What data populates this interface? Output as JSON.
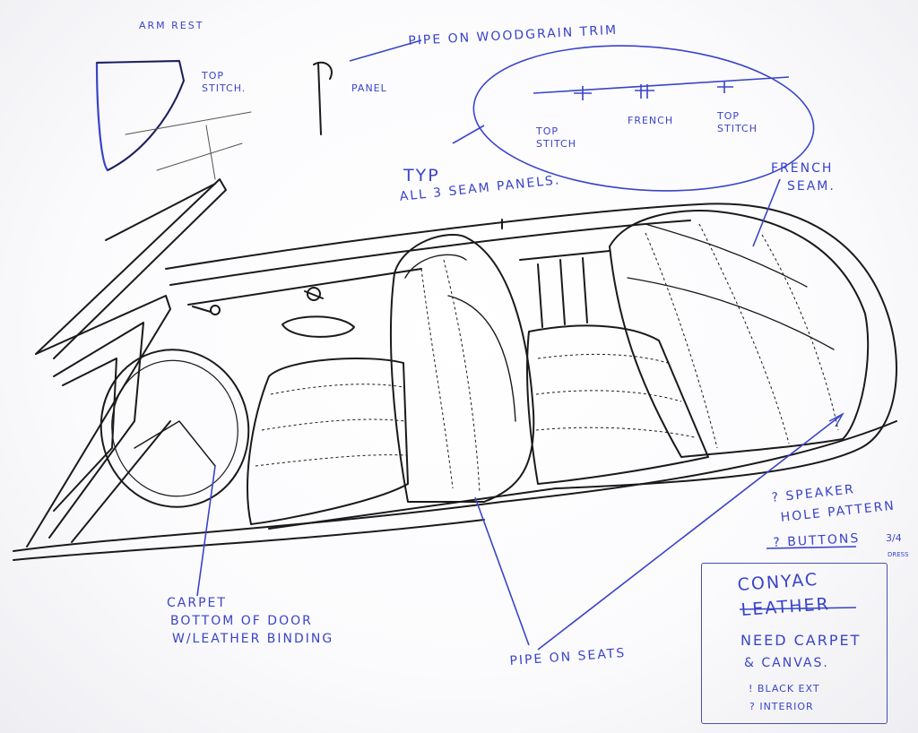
{
  "sketch": {
    "ink_color": "#1a1a1a",
    "note_color": "#3a44c8",
    "paper_color": "#ffffff",
    "annotations": {
      "arm_rest": "ARM REST",
      "top_stitch_1": "TOP",
      "top_stitch_2": "STITCH.",
      "panel": "PANEL",
      "pipe_trim": "PIPE ON WOODGRAIN TRIM",
      "typ_1": "TYP",
      "typ_2": "ALL 3 SEAM PANELS.",
      "detail_top_stitch_left": "TOP STITCH",
      "detail_french": "FRENCH",
      "detail_top_stitch_right": "TOP STITCH",
      "french_seam_1": "FRENCH",
      "french_seam_2": "SEAM.",
      "carpet_1": "CARPET",
      "carpet_2": "BOTTOM OF DOOR",
      "carpet_3": "W/LEATHER BINDING",
      "pipe_seats": "PIPE ON SEATS",
      "speaker_1": "? SPEAKER",
      "speaker_2": "HOLE PATTERN",
      "buttons": "? BUTTONS",
      "fraction": "3/4",
      "fraction_sub": "DRESS",
      "box_1": "CONYAC",
      "box_2": "LEATHER",
      "box_3": "NEED CARPET",
      "box_4": "& CANVAS.",
      "box_5": "! BLACK EXT",
      "box_6": "? INTERIOR"
    }
  }
}
